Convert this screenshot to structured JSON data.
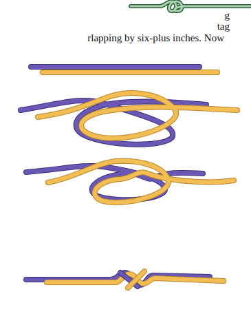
{
  "diagram": {
    "labels": [
      "g",
      "tag",
      "rlapping by six-plus inches. Now"
    ]
  }
}
